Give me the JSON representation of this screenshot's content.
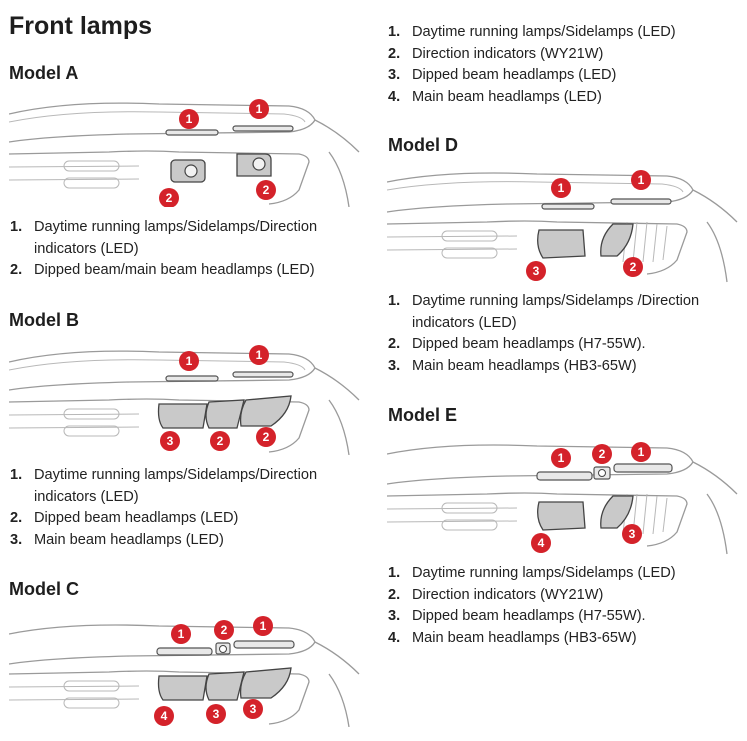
{
  "title": "Front lamps",
  "models": {
    "a": {
      "heading": "Model A",
      "badges": [
        "1",
        "1",
        "2",
        "2"
      ],
      "items": [
        {
          "num": "1.",
          "text": "Daytime running lamps/Sidelamps/Direction indicators (LED)"
        },
        {
          "num": "2.",
          "text": "Dipped beam/main beam headlamps (LED)"
        }
      ]
    },
    "b": {
      "heading": "Model B",
      "badges": [
        "1",
        "1",
        "3",
        "2",
        "2"
      ],
      "items": [
        {
          "num": "1.",
          "text": "Daytime running lamps/Sidelamps/Direction indicators (LED)"
        },
        {
          "num": "2.",
          "text": "Dipped beam headlamps (LED)"
        },
        {
          "num": "3.",
          "text": "Main beam headlamps (LED)"
        }
      ]
    },
    "c": {
      "heading": "Model C",
      "badges": [
        "1",
        "2",
        "1",
        "4",
        "3",
        "3"
      ],
      "items": [
        {
          "num": "1.",
          "text": "Daytime running lamps/Sidelamps (LED)"
        },
        {
          "num": "2.",
          "text": "Direction indicators (WY21W)"
        },
        {
          "num": "3.",
          "text": "Dipped beam headlamps (LED)"
        },
        {
          "num": "4.",
          "text": "Main beam headlamps (LED)"
        }
      ]
    },
    "d": {
      "heading": "Model D",
      "badges": [
        "1",
        "1",
        "3",
        "2"
      ],
      "items": [
        {
          "num": "1.",
          "text": "Daytime running lamps/Sidelamps /Direction indicators (LED)"
        },
        {
          "num": "2.",
          "text": "Dipped beam headlamps (H7-55W)."
        },
        {
          "num": "3.",
          "text": "Main beam headlamps (HB3-65W)"
        }
      ]
    },
    "e": {
      "heading": "Model E",
      "badges": [
        "1",
        "2",
        "1",
        "4",
        "3"
      ],
      "items": [
        {
          "num": "1.",
          "text": "Daytime running lamps/Sidelamps (LED)"
        },
        {
          "num": "2.",
          "text": "Direction indicators (WY21W)"
        },
        {
          "num": "3.",
          "text": "Dipped beam headlamps (H7-55W)."
        },
        {
          "num": "4.",
          "text": "Main beam headlamps (HB3-65W)"
        }
      ]
    }
  }
}
